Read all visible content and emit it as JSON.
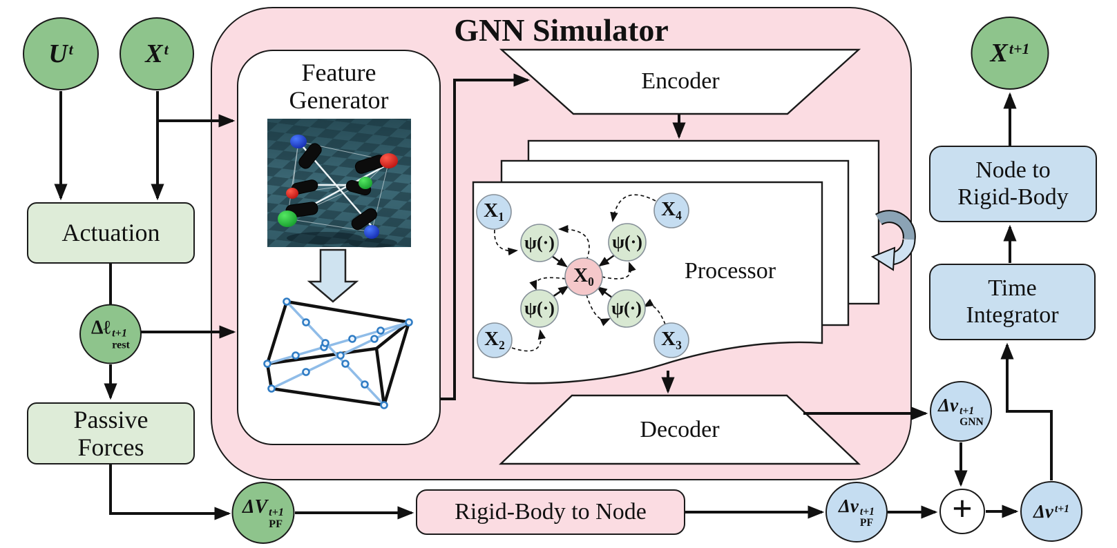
{
  "title": "GNN Simulator",
  "colors": {
    "panel_pink": "#fbdce2",
    "box_green": "#deecd8",
    "circle_green": "#8ec48c",
    "box_blue": "#c9dff0",
    "circle_blue": "#c5ddf1",
    "graph_node_pink": "#f5c8ca",
    "graph_node_green": "#d8e8d2",
    "graph_node_blue": "#c5ddf1"
  },
  "nodes": {
    "u_t": {
      "base": "U",
      "sup": "t"
    },
    "x_t": {
      "base": "X",
      "sup": "t"
    },
    "x_next": {
      "base": "X",
      "sup": "t+1"
    },
    "delta_l_rest": {
      "base": "Δℓ",
      "sup": "t+1",
      "sub": "rest"
    },
    "delta_V_pf": {
      "base": "ΔV",
      "sup": "t+1",
      "sub": "PF"
    },
    "delta_v_pf": {
      "base": "Δv",
      "sup": "t+1",
      "sub": "PF"
    },
    "delta_v_gnn": {
      "base": "Δv",
      "sup": "t+1",
      "sub": "GNN"
    },
    "delta_v": {
      "base": "Δv",
      "sup": "t+1"
    },
    "sum": "+"
  },
  "boxes": {
    "actuation": "Actuation",
    "passive_forces": {
      "line1": "Passive",
      "line2": "Forces"
    },
    "feature_generator": {
      "line1": "Feature",
      "line2": "Generator"
    },
    "encoder": "Encoder",
    "processor": "Processor",
    "decoder": "Decoder",
    "rigid_body_to_node": "Rigid-Body to Node",
    "node_to_rigid_body": {
      "line1": "Node to",
      "line2": "Rigid-Body"
    },
    "time_integrator": {
      "line1": "Time",
      "line2": "Integrator"
    }
  },
  "graph": {
    "x0": {
      "base": "X",
      "sub": "0"
    },
    "x1": {
      "base": "X",
      "sub": "1"
    },
    "x2": {
      "base": "X",
      "sub": "2"
    },
    "x3": {
      "base": "X",
      "sub": "3"
    },
    "x4": {
      "base": "X",
      "sub": "4"
    },
    "psi": "ψ(·)"
  }
}
